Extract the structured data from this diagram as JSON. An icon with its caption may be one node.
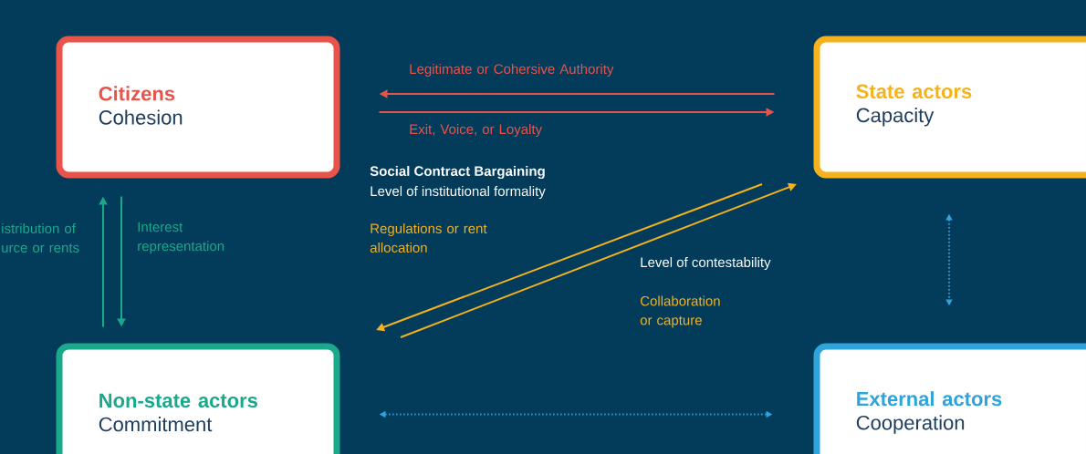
{
  "diagram": {
    "nodes": [
      {
        "text": [
          "Citizens",
          "Cohesion"
        ]
      },
      {
        "text": [
          "State actors",
          "Capacity"
        ]
      },
      {
        "text": [
          "Non-state actors",
          "Commitment"
        ]
      },
      {
        "text": [
          "External actors",
          "Cooperation"
        ]
      }
    ],
    "edges": [
      {
        "from": 1,
        "to": 0,
        "arrow": "to",
        "label": "Legitimate or Cohersive Authority",
        "color": "#e8534a"
      },
      {
        "from": 0,
        "to": 1,
        "arrow": "to",
        "label": "Exit, Voice, or Loyalty",
        "color": "#e8534a"
      },
      {
        "from": 2,
        "to": 0,
        "arrow": "to",
        "label": "istribution of urce or rents",
        "color": "#1aa98a"
      },
      {
        "from": 0,
        "to": 2,
        "arrow": "to",
        "label": "Interest representation",
        "color": "#1aa98a"
      },
      {
        "from": 1,
        "to": 2,
        "arrow": "to",
        "label": "Regulations or rent allocation",
        "color": "#f5b21c"
      },
      {
        "from": 2,
        "to": 1,
        "arrow": "to",
        "label": "Collaboration or capture",
        "color": "#f5b21c"
      },
      {
        "from": 1,
        "to": 3,
        "arrow": "both",
        "style": "dashed",
        "color": "#2ea3dc"
      },
      {
        "from": 2,
        "to": 3,
        "arrow": "both",
        "style": "dashed",
        "color": "#2ea3dc"
      }
    ],
    "labels": [
      "Social Contract Bargaining",
      "Level of institutional formality",
      "Level of contestability"
    ]
  }
}
